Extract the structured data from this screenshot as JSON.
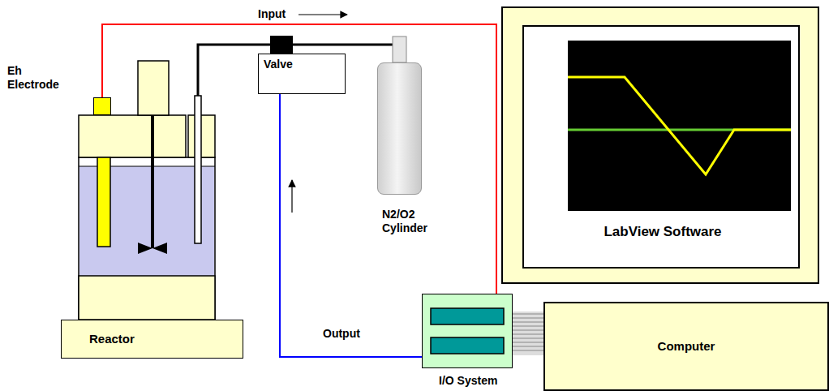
{
  "diagram": {
    "nodes": [
      {
        "text": [
          "Eh Electrode"
        ]
      },
      {
        "text": [
          "Reactor"
        ]
      },
      {
        "text": [
          "Valve"
        ]
      },
      {
        "text": [
          "N2/O2 Cylinder"
        ]
      },
      {
        "text": [
          "I/O System"
        ]
      },
      {
        "text": [
          "LabView Software"
        ]
      },
      {
        "text": [
          "Computer"
        ]
      }
    ],
    "edges": [
      {
        "from": 0,
        "to": 4,
        "label": "Input",
        "arrow": "none"
      },
      {
        "from": 4,
        "to": 2,
        "label": "Output",
        "arrow": "none"
      }
    ]
  }
}
